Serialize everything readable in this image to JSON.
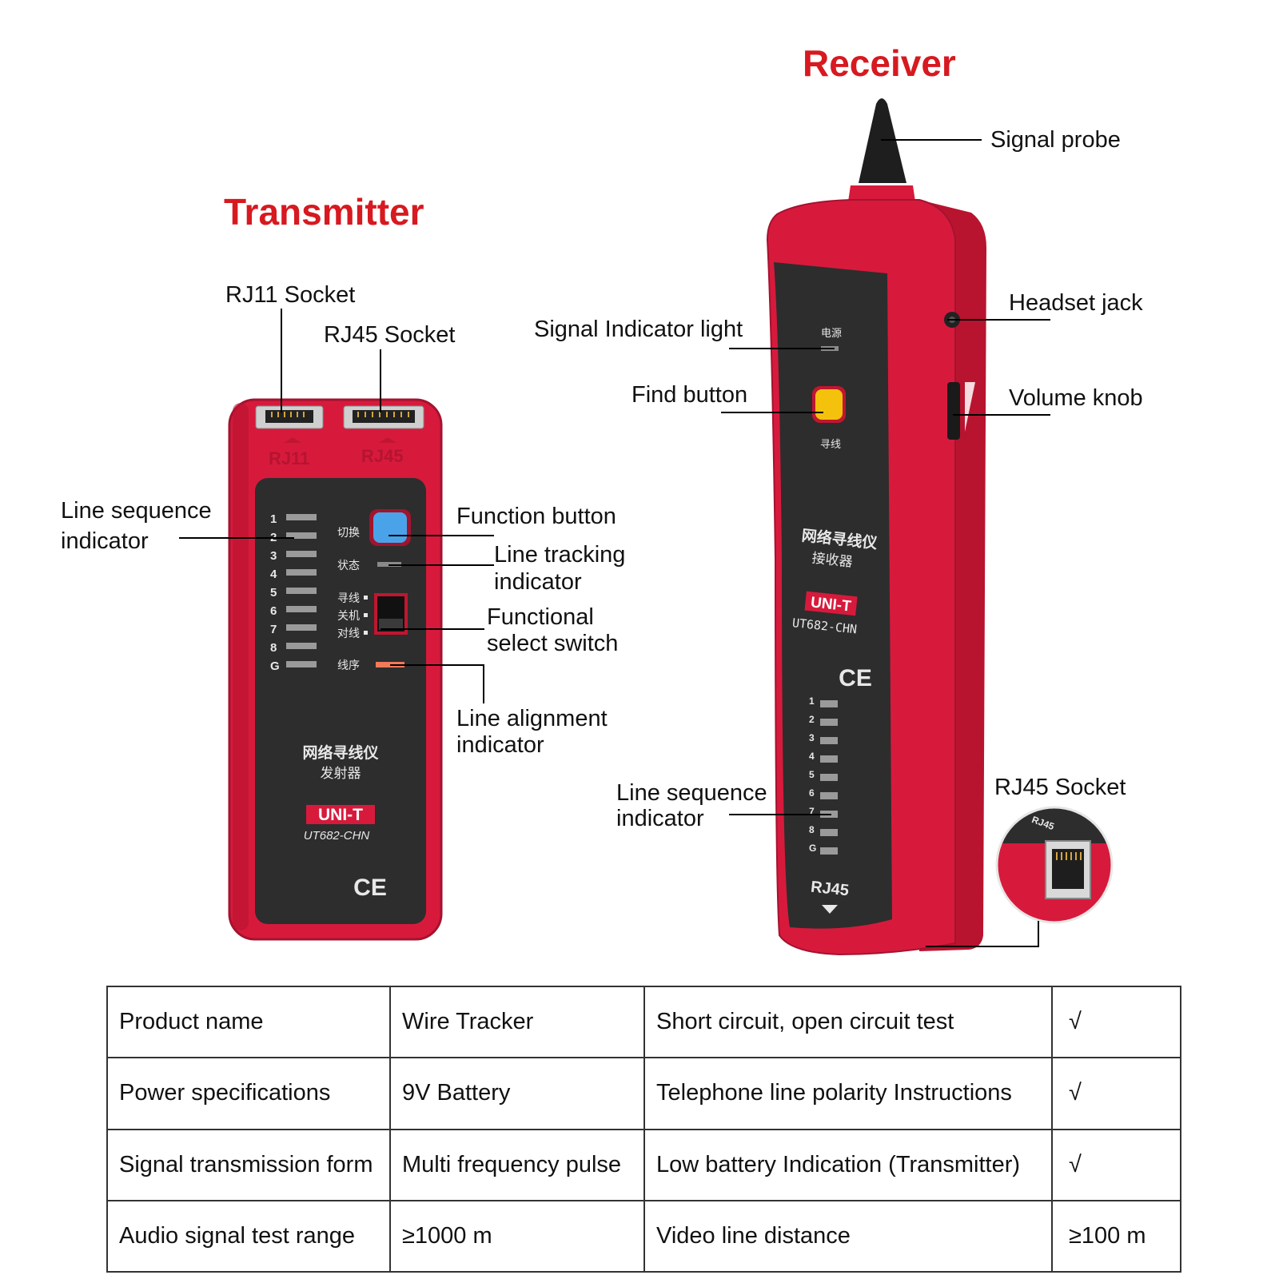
{
  "titles": {
    "transmitter": "Transmitter",
    "receiver": "Receiver"
  },
  "transmitter": {
    "labels": {
      "rj11_socket": "RJ11 Socket",
      "rj45_socket": "RJ45 Socket",
      "line_sequence_indicator": "Line sequence\nindicator",
      "function_button": "Function button",
      "line_tracking_indicator": "Line tracking\nindicator",
      "functional_select_switch": "Functional\nselect switch",
      "line_alignment_indicator": "Line alignment\nindicator"
    },
    "device": {
      "port_labels": [
        "RJ11",
        "RJ45"
      ],
      "led_numbers": [
        "1",
        "2",
        "3",
        "4",
        "5",
        "6",
        "7",
        "8",
        "G"
      ],
      "switch_label": "切换",
      "status_label": "状态",
      "mode_labels": [
        "寻线",
        "关机",
        "对线"
      ],
      "sequence_label": "线序",
      "name_line1": "网络寻线仪",
      "name_line2": "发射器",
      "brand": "UNI-T",
      "model": "UT682-CHN",
      "ce_mark": "CE"
    }
  },
  "receiver": {
    "labels": {
      "signal_probe": "Signal probe",
      "headset_jack": "Headset jack",
      "signal_indicator_light": "Signal Indicator light",
      "volume_knob": "Volume knob",
      "find_button": "Find button",
      "line_sequence_indicator": "Line sequence\nindicator",
      "rj45_socket": "RJ45 Socket"
    },
    "device": {
      "power_label": "电源",
      "find_label": "寻线",
      "name_line1": "网络寻线仪",
      "name_line2": "接收器",
      "brand": "UNI-T",
      "model": "UT682-CHN",
      "ce_mark": "CE",
      "led_numbers": [
        "1",
        "2",
        "3",
        "4",
        "5",
        "6",
        "7",
        "8",
        "G"
      ],
      "port_label": "RJ45",
      "inset_port_label": "RJ45"
    }
  },
  "colors": {
    "body_red": "#d71a3c",
    "title_red": "#d71920",
    "panel_dark": "#2d2d2d",
    "function_button": "#4aa3e8",
    "find_button": "#f4c20d"
  },
  "spec_table": [
    [
      "Product name",
      "Wire Tracker",
      "Short circuit, open circuit test",
      "√"
    ],
    [
      "Power specifications",
      "9V Battery",
      "Telephone line polarity Instructions",
      "√"
    ],
    [
      "Signal transmission form",
      "Multi frequency pulse",
      "Low battery Indication (Transmitter)",
      "√"
    ],
    [
      "Audio signal test range",
      "≥1000 m",
      "Video line distance",
      "≥100 m"
    ]
  ]
}
